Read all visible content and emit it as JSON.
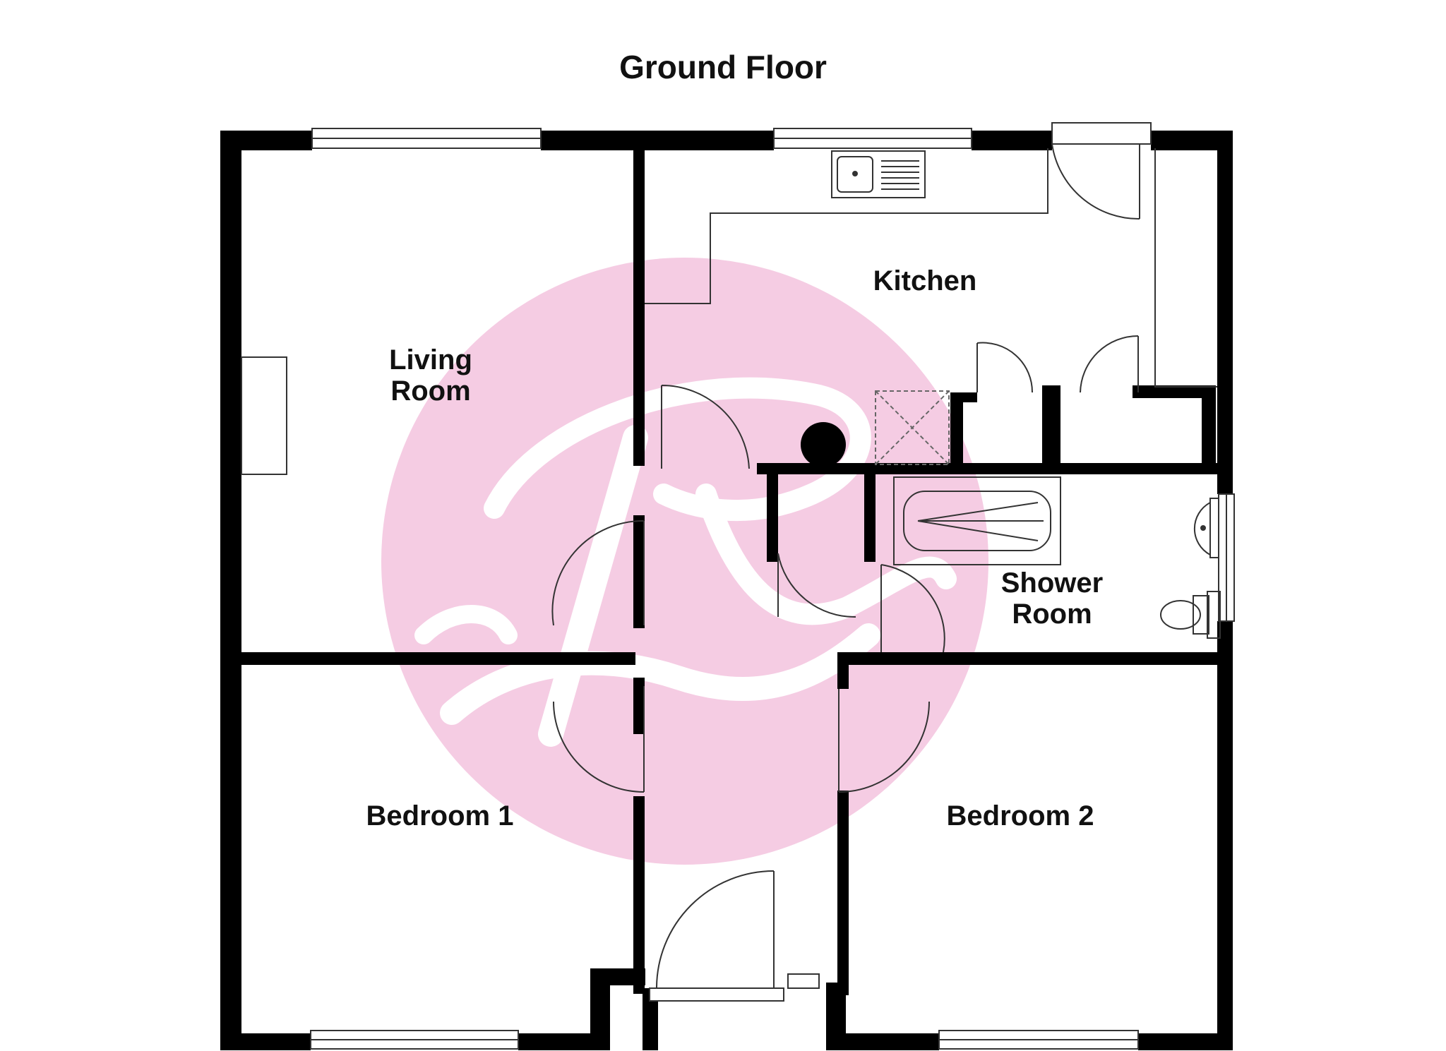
{
  "floor_title": "Ground Floor",
  "rooms": {
    "living_room": {
      "line1": "Living",
      "line2": "Room"
    },
    "kitchen": "Kitchen",
    "shower_room": {
      "line1": "Shower",
      "line2": "Room"
    },
    "bedroom_1": "Bedroom 1",
    "bedroom_2": "Bedroom 2"
  },
  "colors": {
    "wall": "#000000",
    "watermark": "#f5cce3",
    "fixture_line": "#333333"
  },
  "icons": [
    "sink-icon",
    "bath-icon",
    "washbasin-icon",
    "toilet-icon",
    "boiler-icon",
    "watermark-logo"
  ]
}
